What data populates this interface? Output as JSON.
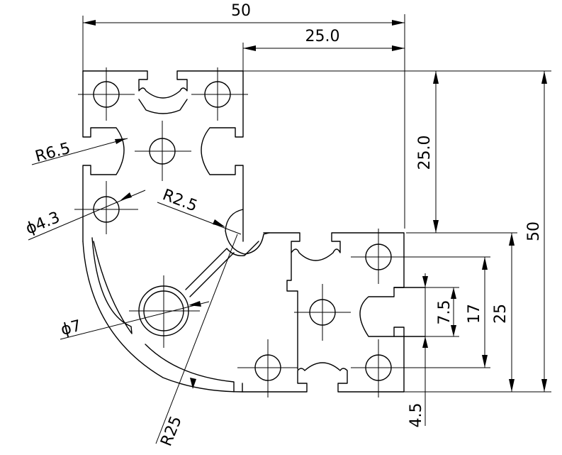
{
  "dimensions": {
    "overall_width": "50",
    "half_width": "25.0",
    "half_height": "25.0",
    "overall_height": "50",
    "leg_width": "25",
    "inner_17": "17",
    "slot_7_5": "7.5",
    "lip_4_5": "4.5",
    "fillet_r6_5": "R6.5",
    "bore_4_3": "ϕ4.3",
    "inner_r2_5": "R2.5",
    "bore_7": "ϕ7",
    "outer_r25": "R25"
  }
}
